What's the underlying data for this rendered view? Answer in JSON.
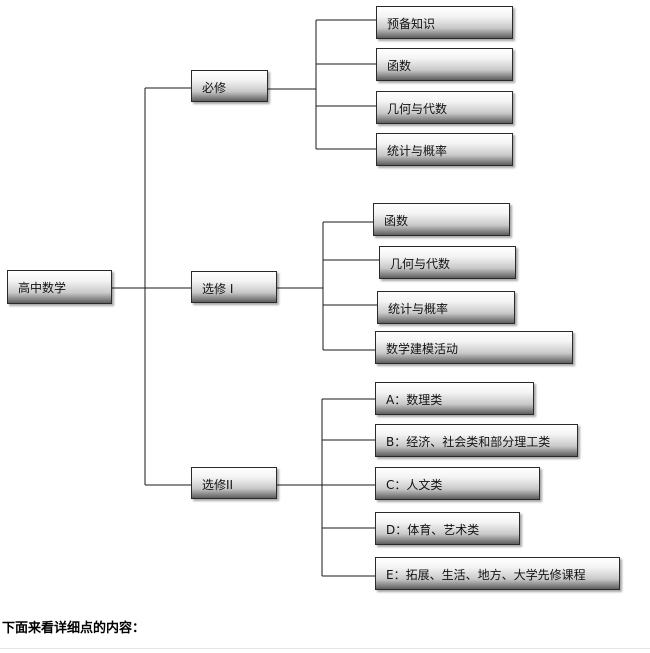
{
  "tree": {
    "root": {
      "label": "高中数学"
    },
    "branches": [
      {
        "label": "必修",
        "children": [
          "预备知识",
          "函数",
          "几何与代数",
          "统计与概率"
        ]
      },
      {
        "label": "选修 I",
        "children": [
          "函数",
          "几何与代数",
          "统计与概率",
          "数学建模活动"
        ]
      },
      {
        "label": "选修II",
        "children": [
          "A：数理类",
          "B：经济、社会类和部分理工类",
          "C：人文类",
          "D：体育、艺术类",
          "E：拓展、生活、地方、大学先修课程"
        ]
      }
    ]
  },
  "footer": {
    "text": "下面来看详细点的内容："
  },
  "colors": {
    "line": "#1a1a1a",
    "box_border": "#2a2a2a",
    "box_shadow_dark": "#5e5e5e"
  }
}
